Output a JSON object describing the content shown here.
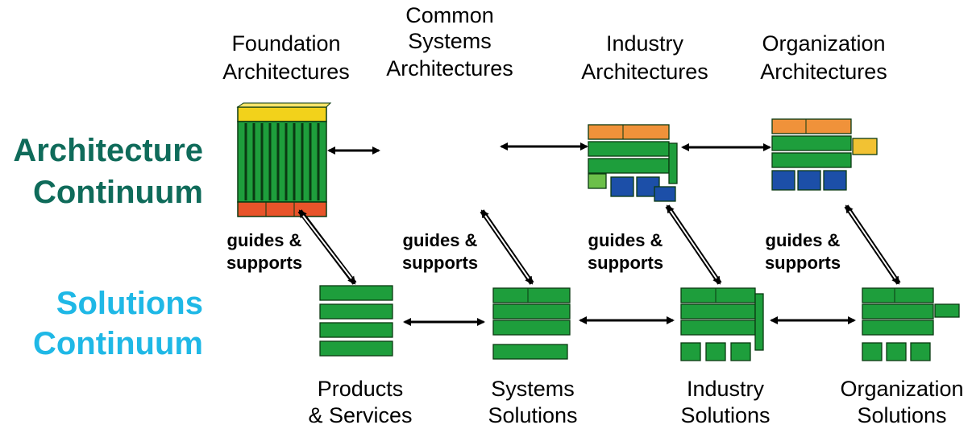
{
  "architecture_row": {
    "label_line1": "Architecture",
    "label_line2": "Continuum",
    "color": "#0f6b5a",
    "columns": [
      {
        "line1": "Foundation",
        "line2": "Architectures"
      },
      {
        "line0": "Common",
        "line1": "Systems",
        "line2": "Architectures"
      },
      {
        "line1": "Industry",
        "line2": "Architectures"
      },
      {
        "line1": "Organization",
        "line2": "Architectures"
      }
    ]
  },
  "solutions_row": {
    "label_line1": "Solutions",
    "label_line2": "Continuum",
    "color": "#1fb8e6",
    "columns": [
      {
        "line1": "Products",
        "line2": "& Services"
      },
      {
        "line1": "Systems",
        "line2": "Solutions"
      },
      {
        "line1": "Industry",
        "line2": "Solutions"
      },
      {
        "line1": "Organization",
        "line2": "Solutions"
      }
    ]
  },
  "relationship": {
    "line1": "guides &",
    "line2": "supports"
  },
  "colors": {
    "green": "#1e9e3c",
    "dark_outline": "#0a3a12",
    "orange": "#f0923a",
    "blue": "#1c4fa8",
    "yellow": "#f2d21b",
    "red": "#e8542a",
    "light_green": "#6cc04a"
  }
}
